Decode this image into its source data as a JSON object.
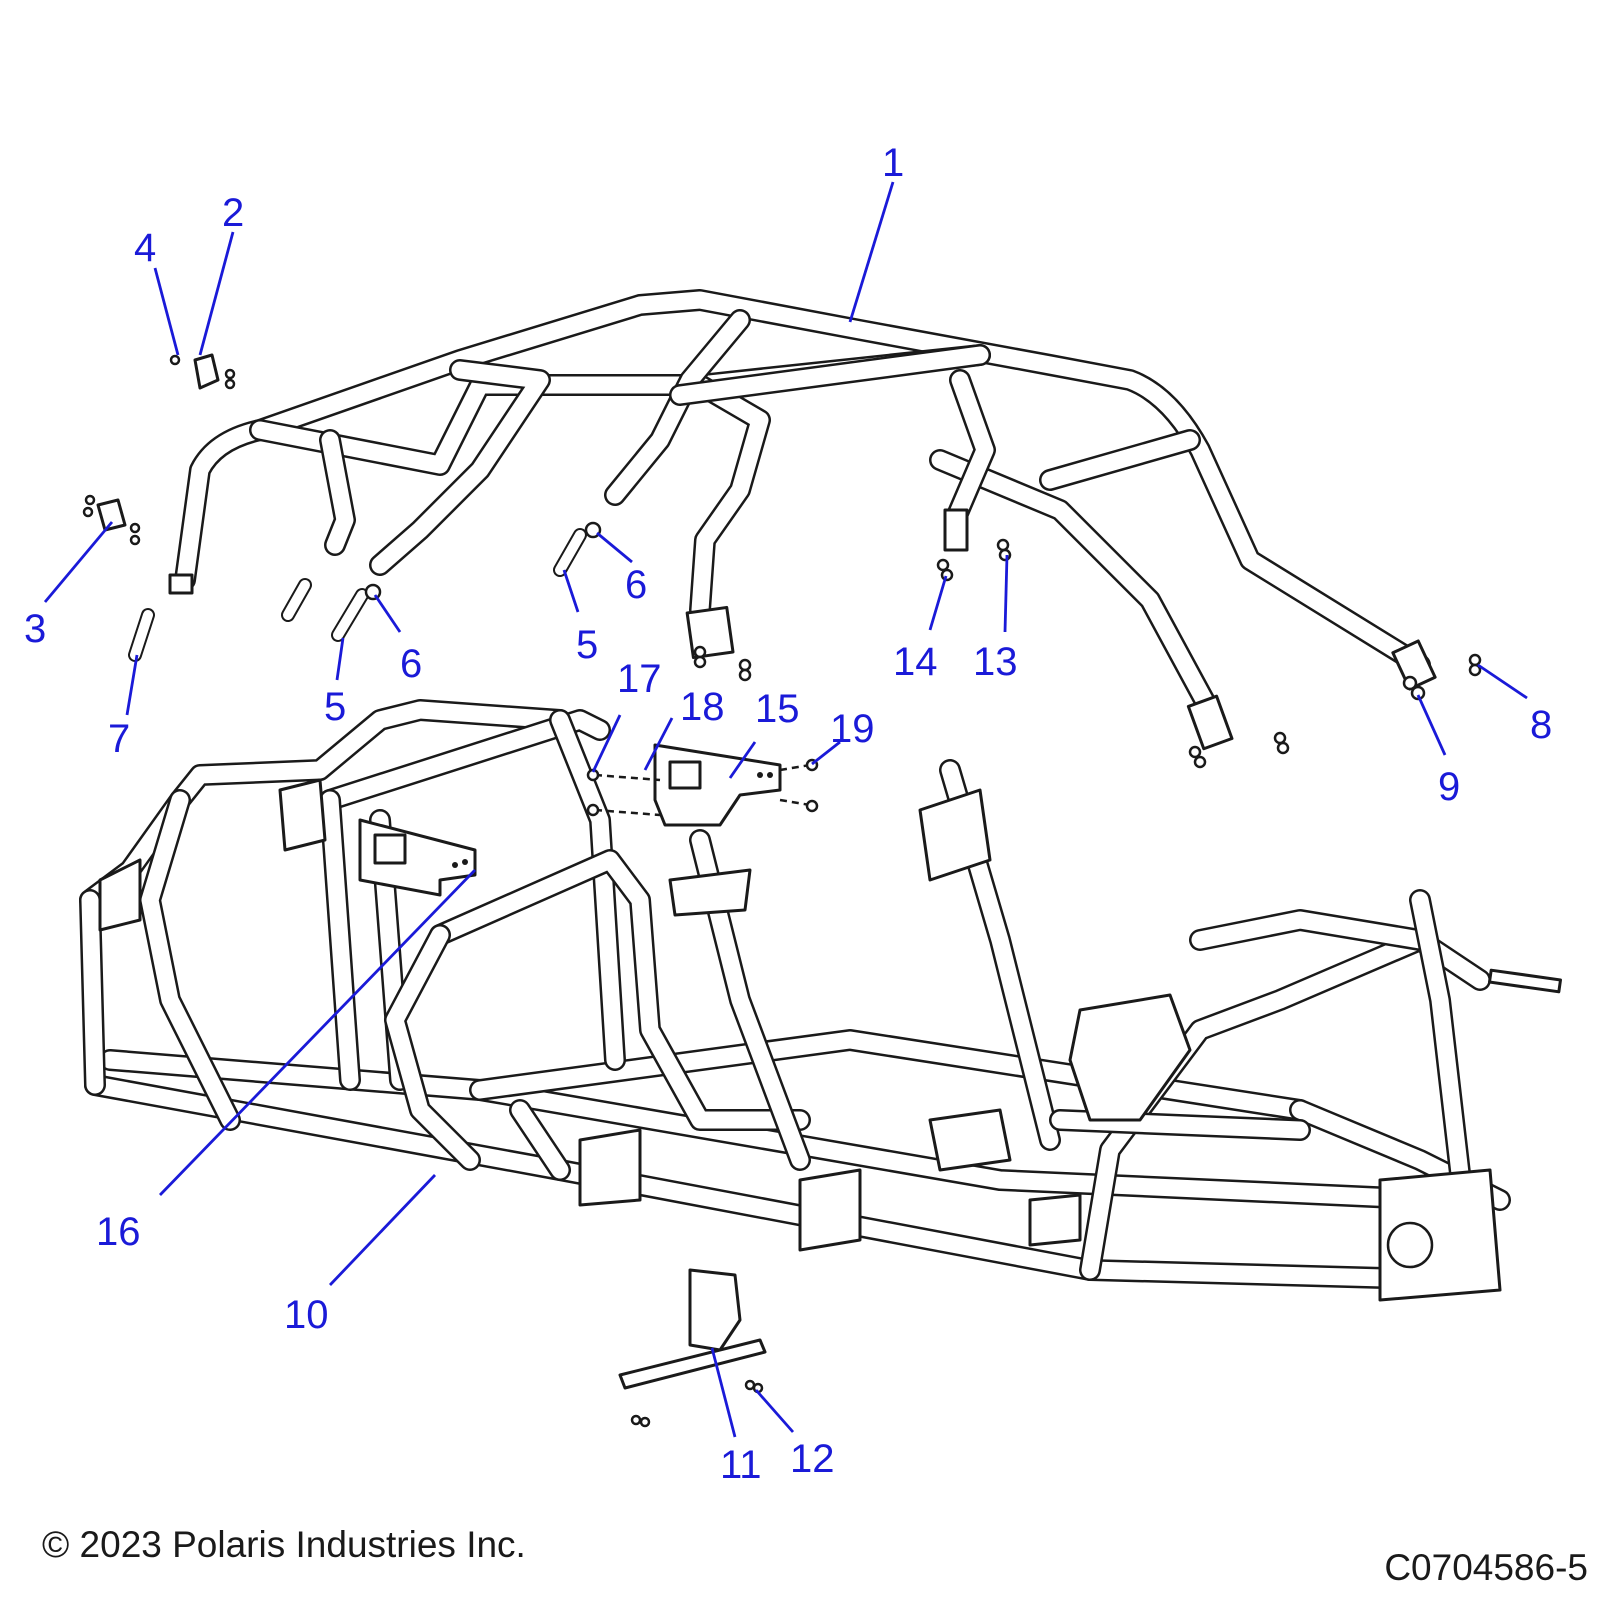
{
  "callouts": [
    "1",
    "2",
    "3",
    "4",
    "5",
    "5",
    "6",
    "6",
    "7",
    "8",
    "9",
    "10",
    "11",
    "12",
    "13",
    "14",
    "15",
    "16",
    "17",
    "18",
    "19"
  ],
  "copyright": "© 2023 Polaris Industries Inc.",
  "figure_id": "C0704586-5",
  "colors": {
    "callout": "#1a1ad8",
    "line": "#1a1a1a",
    "background": "#ffffff"
  }
}
